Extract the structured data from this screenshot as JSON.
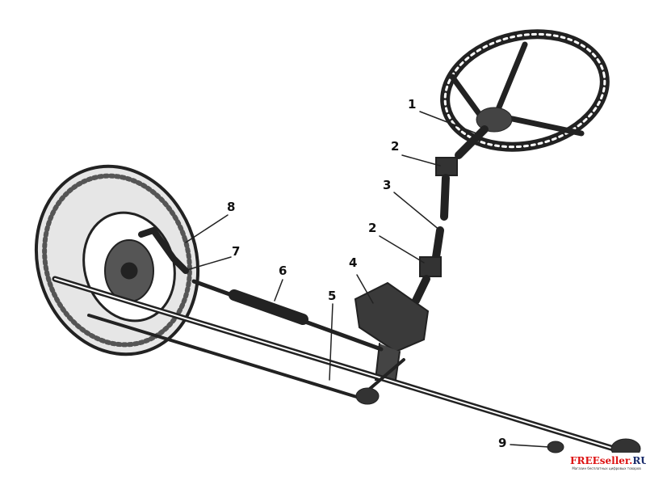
{
  "diagram": {
    "labels": [
      "1",
      "2",
      "3",
      "2",
      "4",
      "5",
      "6",
      "7",
      "8",
      "9"
    ]
  },
  "watermark": {
    "brand_main": "FREEseller.",
    "brand_tld": "RU",
    "tagline": "Магазин бесплатных цифровых товаров"
  }
}
